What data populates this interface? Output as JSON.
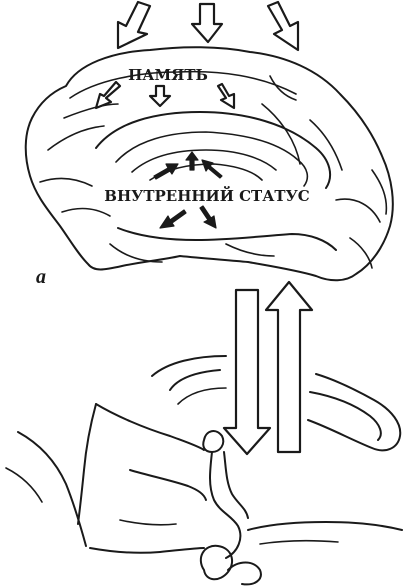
{
  "labels": {
    "memory": "ПАМЯТЬ",
    "internal_status": "ВНУТРЕННИЙ СТАТУС",
    "panel_letter": "а"
  },
  "colors": {
    "ink": "#1a1a1a",
    "background": "#ffffff"
  }
}
